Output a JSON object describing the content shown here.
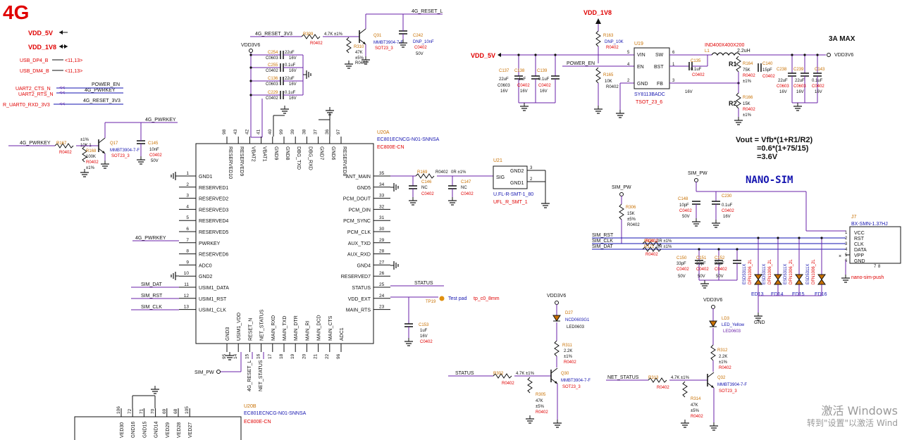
{
  "title": "4G",
  "power": {
    "vdd5": "VDD_5V",
    "vdd1v8": "VDD_1V8",
    "vdd3v6": "VDD3V6",
    "max_label": "3A MAX",
    "regulator": "SY8113BADC",
    "regulator_ref": "U19",
    "regulator_pkg": "TSOT_23_6",
    "power_en": "POWER_EN",
    "inductor": "IND400X400X200",
    "inductor_val": "2.2uH",
    "formula1": "Vout = Vfb*(1+R1/R2)",
    "formula2": "=0.6*(1+75/15)",
    "formula3": "=3.6V"
  },
  "nets": {
    "usb_dp": "USB_DP4_B",
    "usb_dm": "USB_DM4_B",
    "usb_ref": "<11,13>",
    "uart_cts": "UART2_CTS_N",
    "uart_rts": "UART2_RTS_N",
    "uart_rxd": "R_UART0_RXD_3V3",
    "pwrkey": "4G_PWRKEY",
    "reset3v3": "4G_RESET_3V3",
    "reset_l": "4G_RESET_L",
    "sim_pw": "SIM_PW",
    "sim_dat": "SIM_DAT",
    "sim_rst": "SIM_RST",
    "sim_clk": "SIM_CLK",
    "status": "STATUS",
    "net_status": "NET_STATUS",
    "power_en_conn": "POWER_EN"
  },
  "module": {
    "ref": "U20A",
    "part": "EC801ECNCG-N01-SNNSA",
    "name": "EC800E-CN",
    "ref_b": "U20B",
    "left_pins": [
      {
        "n": "1",
        "name": "GND1"
      },
      {
        "n": "2",
        "name": "RESERVED1"
      },
      {
        "n": "3",
        "name": "RESERVED2"
      },
      {
        "n": "4",
        "name": "RESERVED3"
      },
      {
        "n": "5",
        "name": "RESERVED4"
      },
      {
        "n": "6",
        "name": "RESERVED5"
      },
      {
        "n": "7",
        "name": "PWRKEY"
      },
      {
        "n": "8",
        "name": "RESERVED6"
      },
      {
        "n": "9",
        "name": "ADC0"
      },
      {
        "n": "10",
        "name": "GND2"
      },
      {
        "n": "11",
        "name": "USIM1_DATA"
      },
      {
        "n": "12",
        "name": "USIM1_RST"
      },
      {
        "n": "13",
        "name": "USIM1_CLK"
      }
    ],
    "right_pins": [
      {
        "n": "35",
        "name": "ANT_MAIN"
      },
      {
        "n": "34",
        "name": "GND5"
      },
      {
        "n": "33",
        "name": "PCM_DOUT"
      },
      {
        "n": "32",
        "name": "PCM_DIN"
      },
      {
        "n": "31",
        "name": "PCM_SYNC"
      },
      {
        "n": "30",
        "name": "PCM_CLK"
      },
      {
        "n": "29",
        "name": "AUX_TXD"
      },
      {
        "n": "28",
        "name": "AUX_RXD"
      },
      {
        "n": "27",
        "name": "GND4"
      },
      {
        "n": "26",
        "name": "RESERVED7"
      },
      {
        "n": "25",
        "name": "STATUS"
      },
      {
        "n": "24",
        "name": "VDD_EXT"
      },
      {
        "n": "23",
        "name": "MAIN_RTS"
      }
    ],
    "top_pins": [
      {
        "n": "98",
        "name": "RESERVED10"
      },
      {
        "n": "43",
        "name": "RESERVED9"
      },
      {
        "n": "42",
        "name": "VBAT2"
      },
      {
        "n": "41",
        "name": "VBAT1"
      },
      {
        "n": "40",
        "name": "GND9"
      },
      {
        "n": "99",
        "name": "GND8"
      },
      {
        "n": "39",
        "name": "DBG_TXD"
      },
      {
        "n": "38",
        "name": "DBG_RXD"
      },
      {
        "n": "37",
        "name": "GND7"
      },
      {
        "n": "36",
        "name": "GND6"
      },
      {
        "n": "97",
        "name": "RESERVED8"
      }
    ],
    "bottom_pins": [
      {
        "n": "95",
        "name": "GND3"
      },
      {
        "n": "14",
        "name": "USIM1_VDD"
      },
      {
        "n": "15",
        "name": "RESET_N"
      },
      {
        "n": "16",
        "name": "NET_STATUS"
      },
      {
        "n": "17",
        "name": "MAIN_RXD"
      },
      {
        "n": "18",
        "name": "MAIN_TXD"
      },
      {
        "n": "19",
        "name": "MAIN_DTR"
      },
      {
        "n": "20",
        "name": "MAIN_RI"
      },
      {
        "n": "21",
        "name": "MAIN_DCD"
      },
      {
        "n": "22",
        "name": "MAIN_CTS"
      },
      {
        "n": "96",
        "name": "ADC1"
      }
    ],
    "b_pins": [
      {
        "n": "106",
        "name": "VED30"
      },
      {
        "n": "72",
        "name": "GND16"
      },
      {
        "n": "71",
        "name": "GND15"
      },
      {
        "n": "70",
        "name": "GND14"
      },
      {
        "n": "69",
        "name": "VED29"
      },
      {
        "n": "68",
        "name": "VED28"
      },
      {
        "n": "105",
        "name": "VED27"
      }
    ]
  },
  "rf": {
    "ref": "U21",
    "part": "U.FL-R-SMT-1_80",
    "pkg": "UFL_R_SMT_1",
    "pins": [
      "SIG",
      "GND2",
      "GND1"
    ],
    "r169": "R169",
    "r169_val": "0R ±1%",
    "r169_pkg": "R0402",
    "c146": "C146",
    "c147": "C147",
    "nc": "NC",
    "c0402": "C0402"
  },
  "sim": {
    "title": "NANO-SIM",
    "ref": "J7",
    "part": "BX-SMN-1.37HJ",
    "pkg": "nano-sim-push",
    "pins": [
      "VCC",
      "RST",
      "CLK",
      "DATA",
      "VPP",
      "GND"
    ],
    "esd": [
      "ED13",
      "ED14",
      "ED15",
      "ED16"
    ],
    "esd_part": "ESD5311X",
    "esd_pkg": "DFN1006_2L",
    "gnd": "GND"
  },
  "testpad": {
    "ref": "TP19",
    "label": "Test pad",
    "pkg": "tp_c0_8mm"
  },
  "watermark": {
    "line1": "激活 Windows",
    "line2": "转到\"设置\"以激活 Wind"
  }
}
